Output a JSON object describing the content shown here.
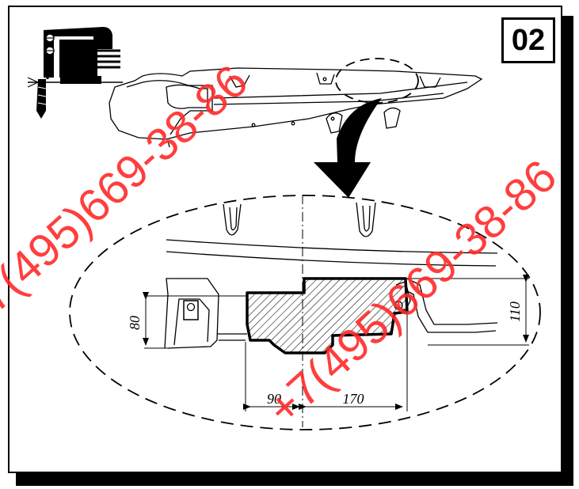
{
  "step_number": "02",
  "dimensions": {
    "left_height": "80",
    "right_height": "110",
    "bottom_left": "90",
    "bottom_right": "170"
  },
  "watermark": {
    "text": "+7(495)669-38-86",
    "color": "#ff2a2a"
  },
  "icons": [
    "jigsaw-icon"
  ]
}
